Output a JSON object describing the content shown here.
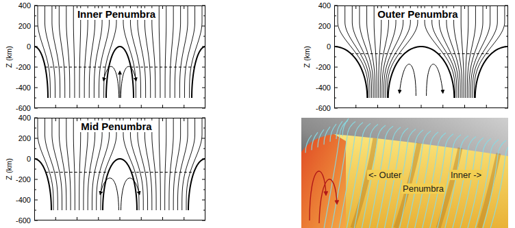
{
  "diagram": {
    "nodes": [
      {
        "text": [
          "Inner Penumbra"
        ]
      },
      {
        "text": [
          "Outer Penumbra"
        ]
      },
      {
        "text": [
          "Mid Penumbra"
        ]
      }
    ],
    "labels": [
      "400",
      "200",
      "0",
      "-200",
      "-400",
      "-600",
      "Z (km)",
      "400",
      "200",
      "0",
      "-200",
      "-400",
      "-600",
      "Z (km)",
      "400",
      "200",
      "0",
      "-200",
      "-400",
      "-600",
      "Z (km)",
      "<- Outer",
      "Penumbra",
      "Inner ->"
    ]
  }
}
